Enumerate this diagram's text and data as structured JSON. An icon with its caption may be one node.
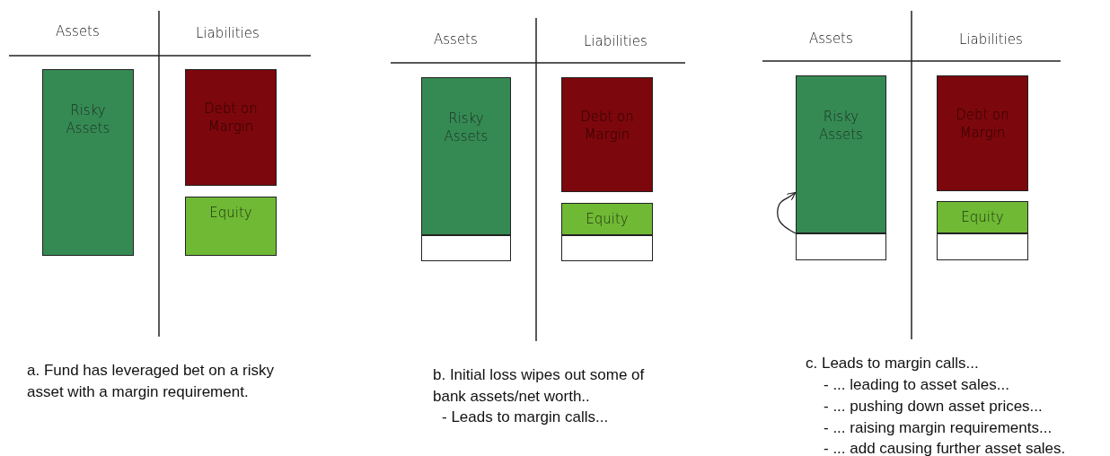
{
  "diagram": {
    "nodes": [
      {
        "text": [
          "Risky Assets"
        ]
      },
      {
        "text": [
          "Debt on Margin"
        ]
      },
      {
        "text": [
          "Equity"
        ]
      },
      {
        "text": [
          "Risky Assets"
        ]
      },
      {
        "text": [],
        "shape": "box"
      },
      {
        "text": [
          "Debt on Margin"
        ]
      },
      {
        "text": [
          "Equity"
        ]
      },
      {
        "text": [],
        "shape": "box"
      },
      {
        "text": [
          "Risky Assets"
        ]
      },
      {
        "text": [],
        "shape": "box"
      },
      {
        "text": [
          "Debt on Margin"
        ]
      },
      {
        "text": [
          "Equity"
        ]
      },
      {
        "text": [],
        "shape": "box"
      }
    ],
    "edges": [
      {
        "from": 9,
        "to": 8,
        "arrow": "to"
      }
    ],
    "labels": [
      "Assets",
      "Liabilities",
      "Assets",
      "Liabilities",
      "Assets",
      "Liabilities",
      "a. Fund has leveraged bet on a risky asset with a margin requirement.",
      "b. Initial loss wipes out some of bank assets/net worth..",
      "- Leads to margin calls...",
      "c. Leads to margin calls...",
      "- ... leading to asset sales...",
      "- ... pushing down asset prices...",
      "- ... raising margin requirements...",
      "- ... add causing further asset sales."
    ]
  }
}
